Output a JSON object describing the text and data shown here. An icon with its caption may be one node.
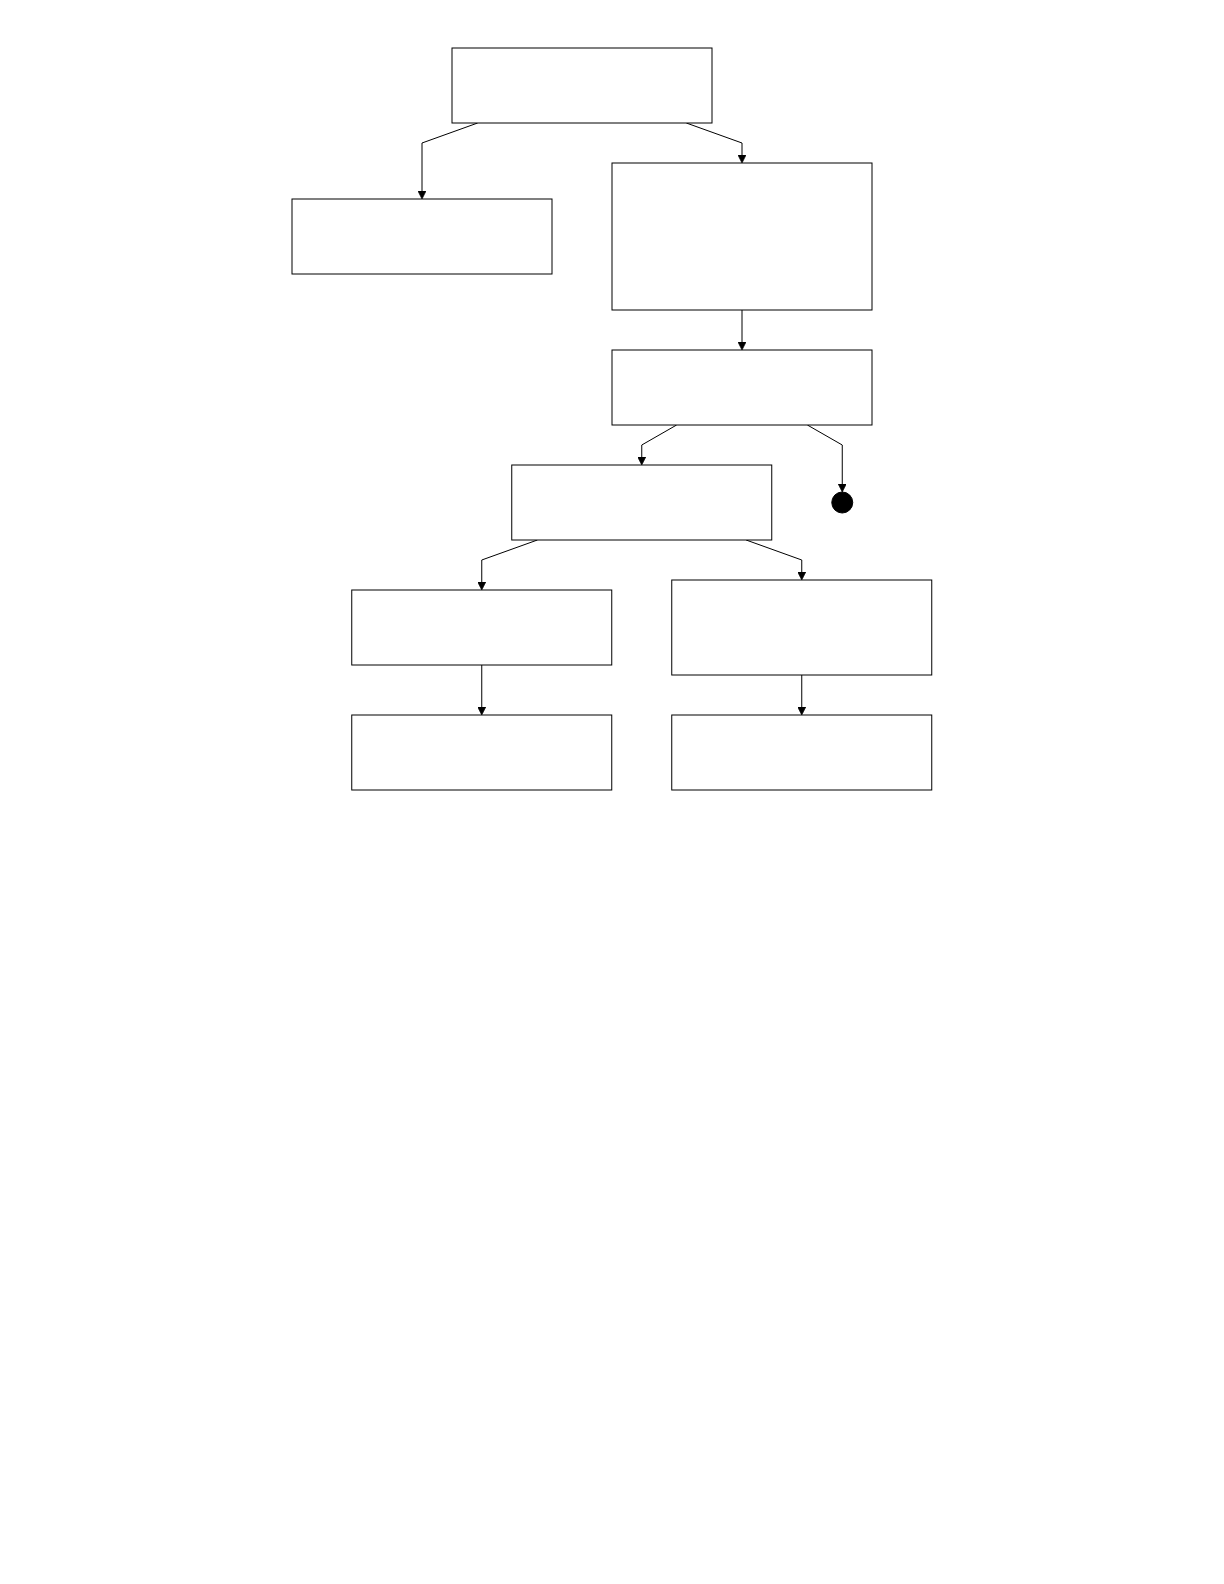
{
  "diagram": {
    "nodes": [
      {
        "text": [],
        "shape": "box"
      },
      {
        "text": [],
        "shape": "box"
      },
      {
        "text": [],
        "shape": "box"
      },
      {
        "text": [],
        "shape": "box"
      },
      {
        "text": [],
        "shape": "box"
      },
      {
        "text": [],
        "shape": "circle"
      },
      {
        "text": [],
        "shape": "box"
      },
      {
        "text": [],
        "shape": "box"
      },
      {
        "text": [],
        "shape": "box"
      },
      {
        "text": [],
        "shape": "box"
      }
    ],
    "edges": [
      {
        "from": 0,
        "to": 1,
        "arrow": "to"
      },
      {
        "from": 0,
        "to": 2,
        "arrow": "to"
      },
      {
        "from": 2,
        "to": 3,
        "arrow": "to"
      },
      {
        "from": 3,
        "to": 4,
        "arrow": "to"
      },
      {
        "from": 3,
        "to": 5,
        "arrow": "to"
      },
      {
        "from": 4,
        "to": 6,
        "arrow": "to"
      },
      {
        "from": 4,
        "to": 7,
        "arrow": "to"
      },
      {
        "from": 6,
        "to": 8,
        "arrow": "to"
      },
      {
        "from": 7,
        "to": 9,
        "arrow": "to"
      }
    ]
  }
}
